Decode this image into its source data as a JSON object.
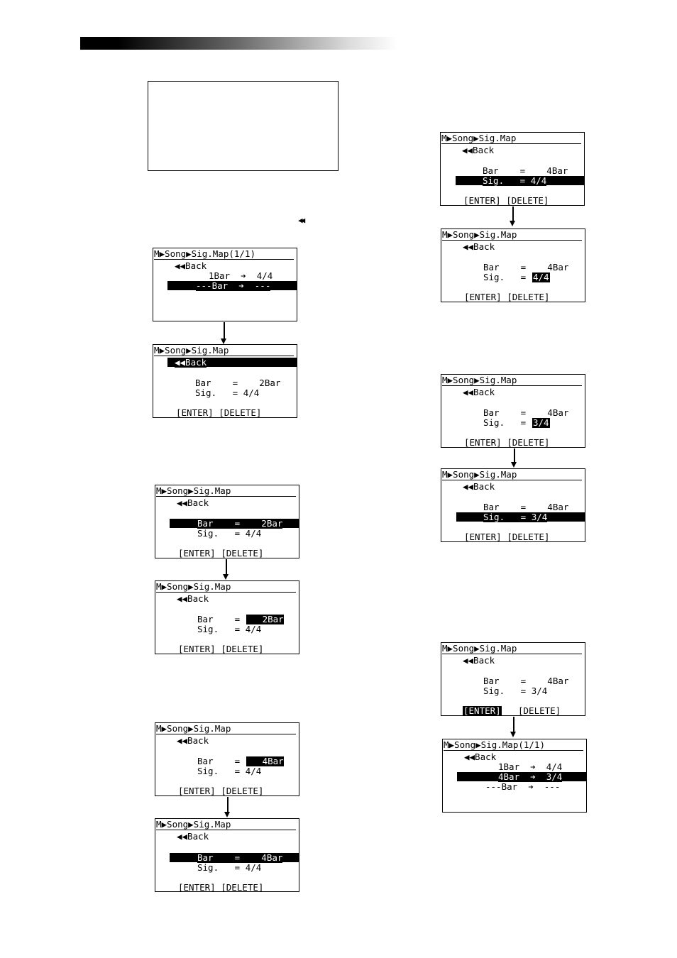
{
  "rewind_symbol": "◀◀",
  "screens": {
    "s1": {
      "title": "M▶Song▶Sig.Map(1/1)",
      "r1": "◀◀Back",
      "r2": "1Bar  ➔  4/4",
      "r3": "---Bar  ➔  ---"
    },
    "s2": {
      "title": "M▶Song▶Sig.Map",
      "back": "◀◀Back",
      "bar": "Bar    =    2Bar",
      "sig": "Sig.   = 4/4",
      "keys": "[ENTER] [DELETE]"
    },
    "s3": {
      "title": "M▶Song▶Sig.Map",
      "back": "◀◀Back",
      "bar": "Bar    =    2Bar",
      "sig": "Sig.   = 4/4",
      "keys": "[ENTER] [DELETE]"
    },
    "s4": {
      "title": "M▶Song▶Sig.Map",
      "back": "◀◀Back",
      "bar_label": "Bar    =",
      "bar_value": "   2Bar",
      "sig": "Sig.   = 4/4",
      "keys": "[ENTER] [DELETE]"
    },
    "s5": {
      "title": "M▶Song▶Sig.Map",
      "back": "◀◀Back",
      "bar_label": "Bar    =",
      "bar_value": "   4Bar",
      "sig": "Sig.   = 4/4",
      "keys": "[ENTER] [DELETE]"
    },
    "s6": {
      "title": "M▶Song▶Sig.Map",
      "back": "◀◀Back",
      "bar": "Bar    =    4Bar",
      "sig": "Sig.   = 4/4",
      "keys": "[ENTER] [DELETE]"
    },
    "s7": {
      "title": "M▶Song▶Sig.Map",
      "back": "◀◀Back",
      "bar": "Bar    =    4Bar",
      "sig": "Sig.   = 4/4",
      "keys": "[ENTER] [DELETE]"
    },
    "s8": {
      "title": "M▶Song▶Sig.Map",
      "back": "◀◀Back",
      "bar": "Bar    =    4Bar",
      "sig_label": "Sig.   =",
      "sig_value": "4/4",
      "keys": "[ENTER] [DELETE]"
    },
    "s9": {
      "title": "M▶Song▶Sig.Map",
      "back": "◀◀Back",
      "bar": "Bar    =    4Bar",
      "sig_label": "Sig.   =",
      "sig_value": "3/4",
      "keys": "[ENTER] [DELETE]"
    },
    "s10": {
      "title": "M▶Song▶Sig.Map",
      "back": "◀◀Back",
      "bar": "Bar    =    4Bar",
      "sig": "Sig.   = 3/4",
      "keys": "[ENTER] [DELETE]"
    },
    "s11": {
      "title": "M▶Song▶Sig.Map",
      "back": "◀◀Back",
      "bar": "Bar    =    4Bar",
      "sig": "Sig.   = 3/4",
      "enter": "[ENTER]",
      "delete": "[DELETE]"
    },
    "s12": {
      "title": "M▶Song▶Sig.Map(1/1)",
      "r1": "◀◀Back",
      "r2": "1Bar  ➔  4/4",
      "r3": "4Bar  ➔  3/4",
      "r4": "---Bar  ➔  ---"
    }
  }
}
